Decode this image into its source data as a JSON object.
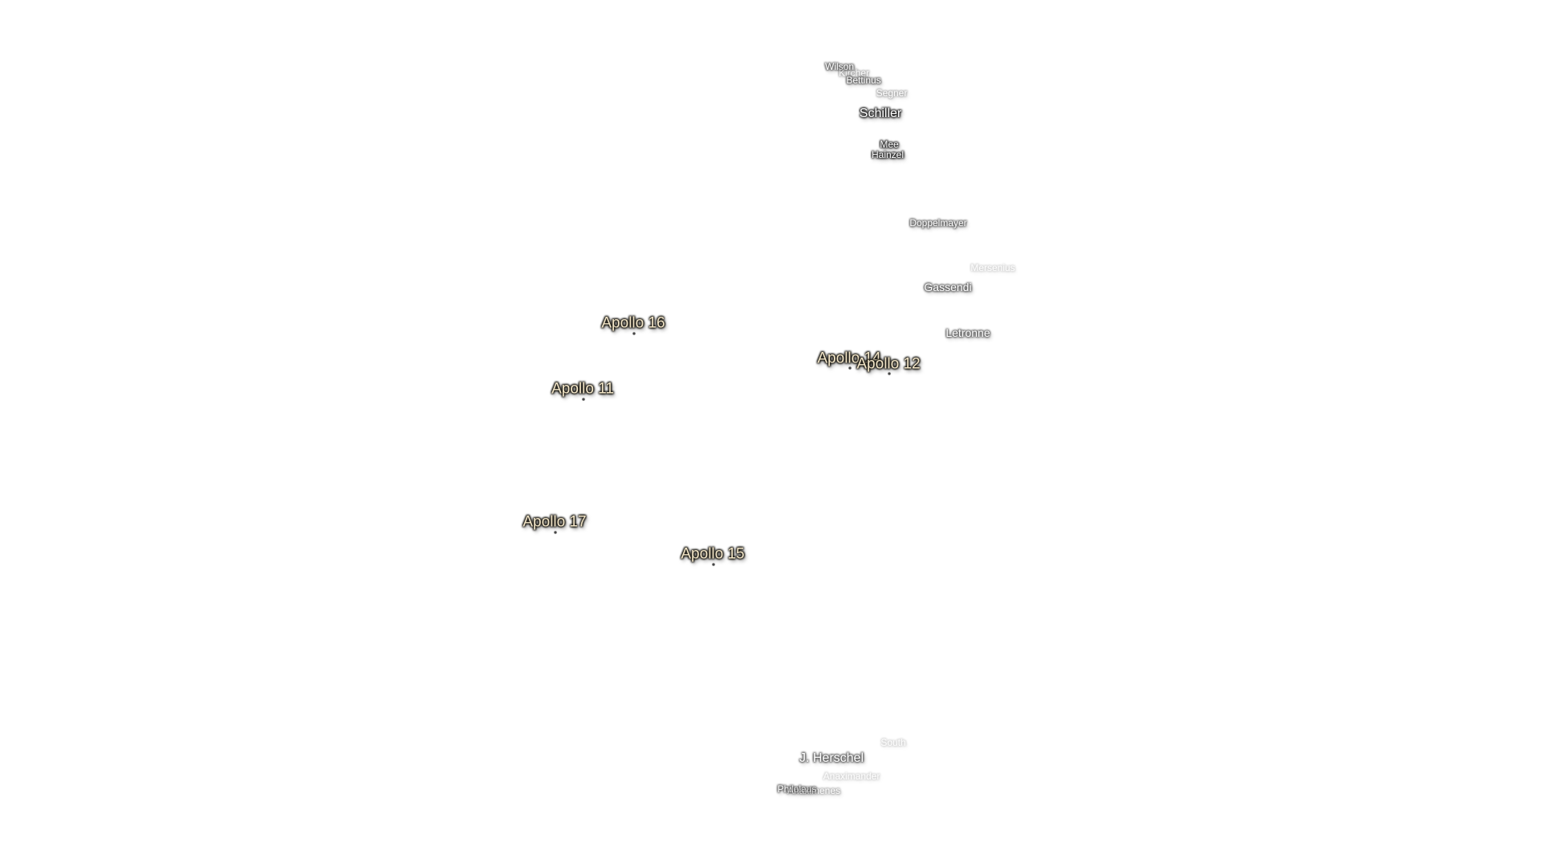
{
  "map": {
    "craters": [
      {
        "id": "wilson",
        "name": "Wilson"
      },
      {
        "id": "kircher",
        "name": "Kircher"
      },
      {
        "id": "bettinus",
        "name": "Bettinus"
      },
      {
        "id": "segner",
        "name": "Segner"
      },
      {
        "id": "schiller",
        "name": "Schiller"
      },
      {
        "id": "mee",
        "name": "Mee"
      },
      {
        "id": "hainzel",
        "name": "Hainzel"
      },
      {
        "id": "doppelmayer",
        "name": "Doppelmayer"
      },
      {
        "id": "mersenius",
        "name": "Mersenius"
      },
      {
        "id": "gassendi",
        "name": "Gassendi"
      },
      {
        "id": "letronne",
        "name": "Letronne"
      },
      {
        "id": "south",
        "name": "South"
      },
      {
        "id": "j-herschel",
        "name": "J. Herschel"
      },
      {
        "id": "anaximander",
        "name": "Anaximander"
      },
      {
        "id": "philolaus",
        "name": "Philolaus"
      },
      {
        "id": "anaximenes",
        "name": "Anaximenes"
      }
    ],
    "landing_sites": [
      {
        "id": "apollo-16",
        "name": "Apollo 16"
      },
      {
        "id": "apollo-14",
        "name": "Apollo 14"
      },
      {
        "id": "apollo-12",
        "name": "Apollo 12"
      },
      {
        "id": "apollo-11",
        "name": "Apollo 11"
      },
      {
        "id": "apollo-17",
        "name": "Apollo 17"
      },
      {
        "id": "apollo-15",
        "name": "Apollo 15"
      }
    ]
  }
}
